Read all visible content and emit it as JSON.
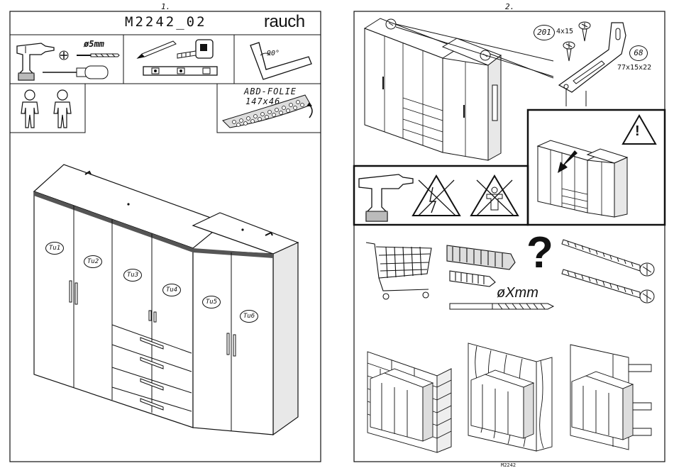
{
  "pages": [
    {
      "number": "1."
    },
    {
      "number": "2."
    }
  ],
  "left": {
    "model_code": "M2242_02",
    "brand": "rauch",
    "drill_bit_label": "ø5mm",
    "angle_label": "90°",
    "foil_title": "ABD-FOLIE",
    "foil_size": "147x46",
    "door_labels": [
      "Tu1",
      "Tu2",
      "Tu3",
      "Tu4",
      "Tu5",
      "Tu6"
    ]
  },
  "right": {
    "screw_part_no": "201",
    "screw_size": "4x15",
    "bracket_part_no": "68",
    "bracket_size": "77x15x22",
    "warning_mark": "!",
    "question_mark": "?",
    "dowel_diameter": "øXmm",
    "footer_code": "M2242"
  },
  "colors": {
    "ink": "#111111",
    "paper": "#ffffff",
    "shade": "#d8d8d8"
  }
}
